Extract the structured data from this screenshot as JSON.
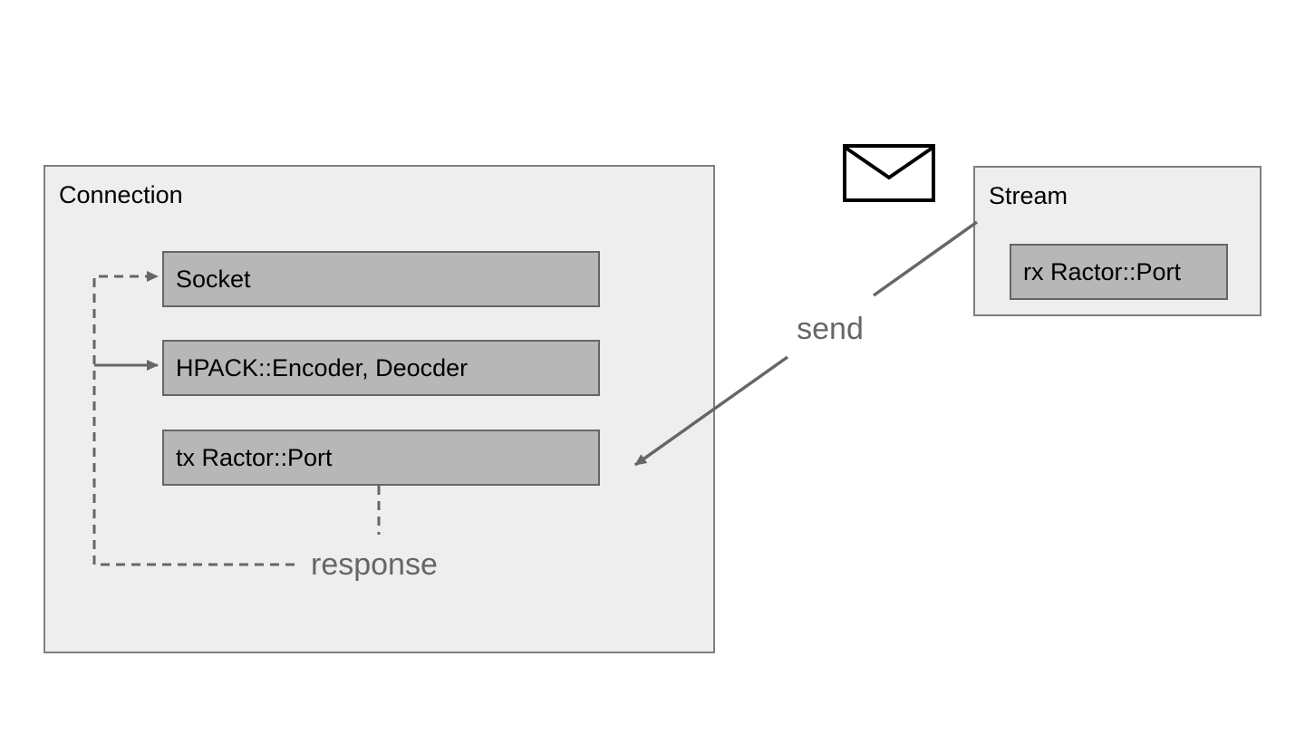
{
  "connection": {
    "title": "Connection",
    "boxes": [
      "Socket",
      "HPACK::Encoder, Deocder",
      "tx Ractor::Port"
    ]
  },
  "stream": {
    "title": "Stream",
    "boxes": [
      "rx Ractor::Port"
    ]
  },
  "labels": {
    "send": "send",
    "response": "response"
  },
  "icons": {
    "envelope": "envelope-icon"
  },
  "colors": {
    "container_fill": "#eeeeee",
    "container_border": "#7f7f7f",
    "box_fill": "#b7b7b7",
    "box_border": "#666666",
    "connector": "#666666",
    "annotation_text": "#666666",
    "box_text": "#000000",
    "envelope_stroke": "#000000",
    "background": "#ffffff"
  }
}
